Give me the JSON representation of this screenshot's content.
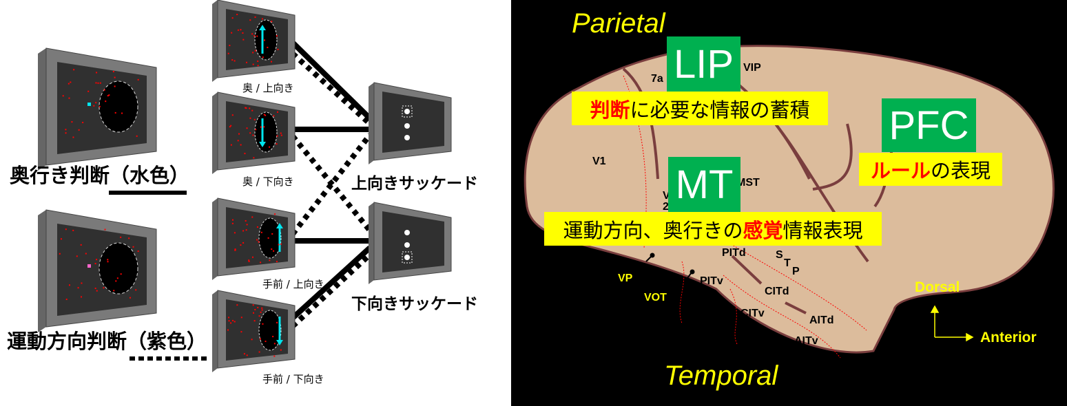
{
  "left": {
    "conditions": [
      "奥 / 上向き",
      "奥 / 下向き",
      "手前 / 上向き",
      "手前 / 下向き"
    ],
    "saccades": {
      "up": "上向きサッケード",
      "down": "下向きサッケード"
    },
    "tasks": {
      "depth": "奥行き判断（水色）",
      "motion": "運動方向判断（紫色）"
    },
    "colors": {
      "cue_depth": "#00e5ee",
      "cue_motion": "#ff66cc",
      "dots": "#ff0000"
    }
  },
  "right": {
    "lobes": {
      "parietal": "Parietal",
      "temporal": "Temporal"
    },
    "areas": {
      "lip": "LIP",
      "mt": "MT",
      "pfc": "PFC",
      "a7a": "7a",
      "vip": "VIP",
      "v1": "V1",
      "mst": "MST",
      "pitd": "PITd",
      "stp_s": "S",
      "stp_t": "T",
      "stp_p": "P",
      "pitv": "PITv",
      "citd": "CITd",
      "citv": "CITv",
      "aitd": "AITd",
      "aitv": "AITv",
      "vp": "VP",
      "vot": "VOT",
      "v4": "V",
      "v4b": "2"
    },
    "captions": {
      "lip_red": "判断",
      "lip_rest": "に必要な情報の蓄積",
      "mt_pre": "運動方向、奥行きの",
      "mt_red": "感覚",
      "mt_post": "情報表現",
      "pfc_red": "ルール",
      "pfc_rest": "の表現"
    },
    "axes": {
      "dorsal": "Dorsal",
      "anterior": "Anterior"
    },
    "colors": {
      "brain": "#dcbc9c",
      "outline": "#7a3e3e",
      "label_box": "#ffff00",
      "area_box": "#00b050"
    }
  }
}
